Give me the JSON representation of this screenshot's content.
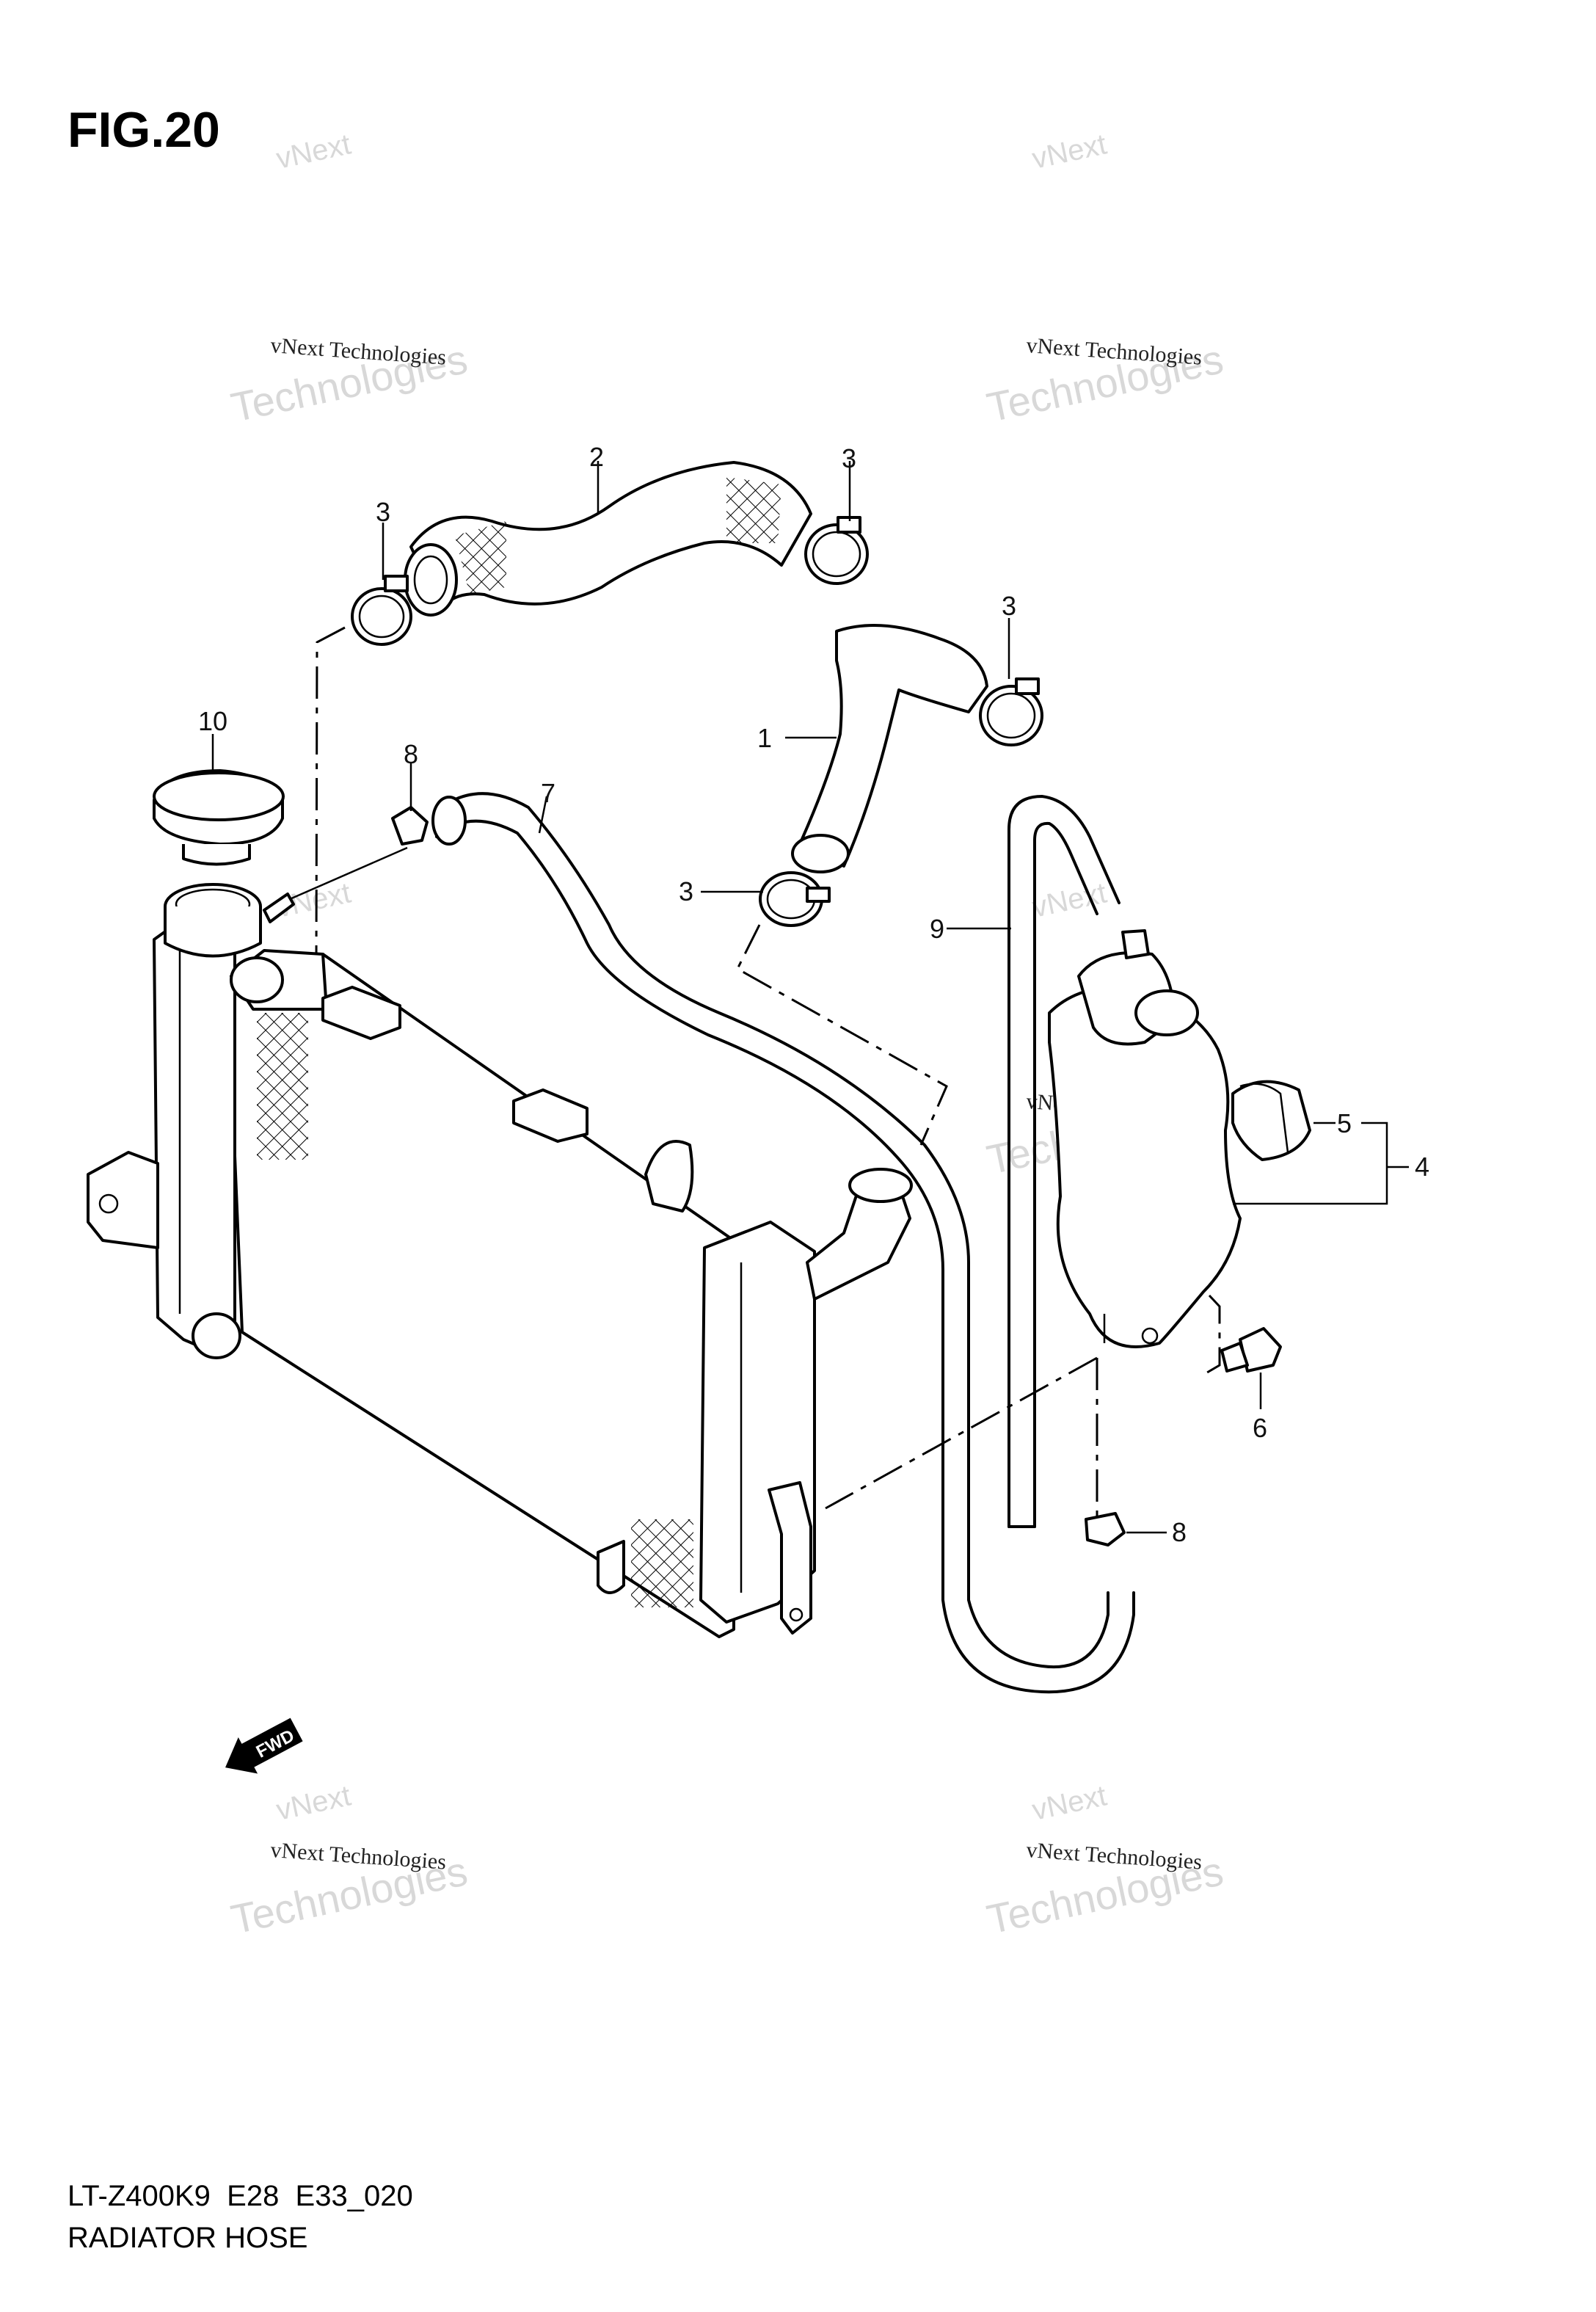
{
  "figure": {
    "title": "FIG.20",
    "code": "LT-Z400K9  E28  E33_020",
    "name": "RADIATOR HOSE"
  },
  "callouts": [
    "1",
    "2",
    "3",
    "3",
    "3",
    "3",
    "4",
    "5",
    "6",
    "7",
    "8",
    "8",
    "9",
    "10"
  ],
  "fwd_label": "FWD",
  "watermark": {
    "line1": "vNext Technologies",
    "line2": "Technologies",
    "line3": "vNext"
  }
}
